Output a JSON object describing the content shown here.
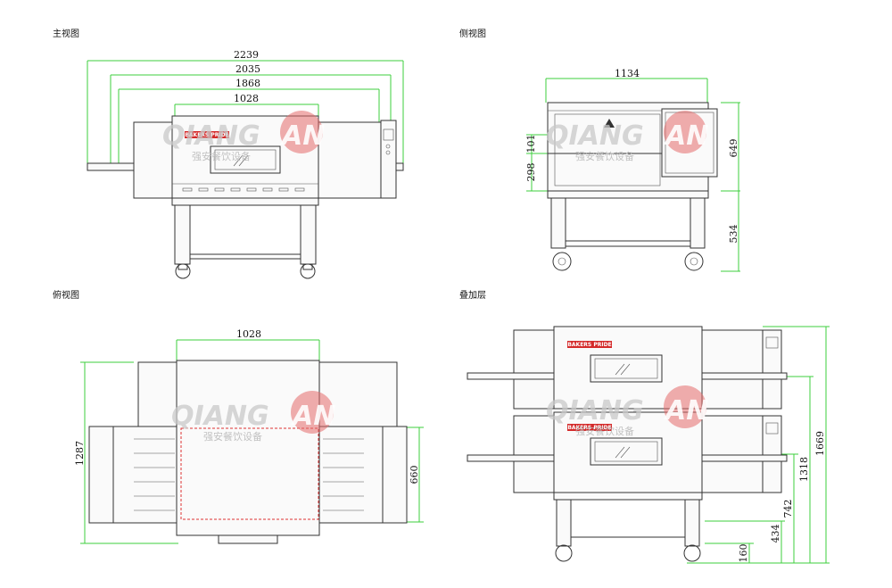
{
  "views": {
    "front": {
      "title": "主视图",
      "dims": [
        "2239",
        "2035",
        "1868",
        "1028"
      ]
    },
    "side": {
      "title": "侧视图",
      "dims": {
        "width": "1134",
        "d101": "101",
        "d298": "298",
        "d649": "649",
        "d534": "534"
      }
    },
    "top": {
      "title": "俯视图",
      "dims": {
        "width": "1028",
        "depth": "1287",
        "inner": "660"
      }
    },
    "stack": {
      "title": "叠加层",
      "dims": {
        "total": "1669",
        "upper": "1318",
        "lower": "742",
        "base": "434",
        "wheel": "160"
      }
    }
  },
  "brand_label": "BAKERS PRIDE",
  "watermark": {
    "latin_a": "QIANG",
    "latin_b": "AN",
    "chinese": "强安餐饮设备"
  },
  "colors": {
    "dimension": "#3ecf3e",
    "watermark_red": "#e46a6a",
    "logo_red": "#d42a2a",
    "outline": "#333333"
  }
}
